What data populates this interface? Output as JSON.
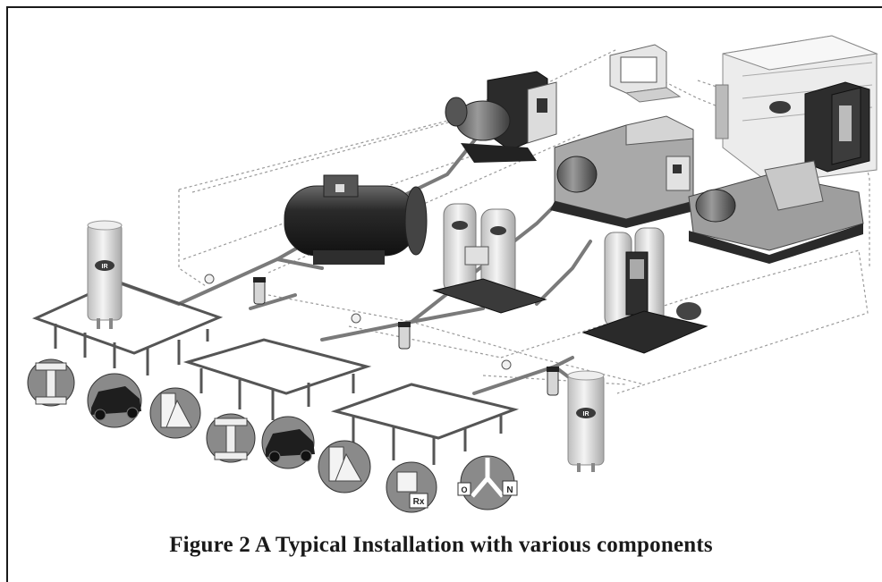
{
  "figure": {
    "caption": "Figure 2 A Typical Installation with various components",
    "logo_text": "IR",
    "chem_symbol_left": "O",
    "chem_symbol_right": "N",
    "rx_symbol": "Rx"
  },
  "colors": {
    "pipe": "#7a7a7a",
    "equipment_dark": "#3a3a3a",
    "equipment_light": "#d9d9d9",
    "dashed_line": "#9a9a9a",
    "frame": "#1a1a1a"
  }
}
